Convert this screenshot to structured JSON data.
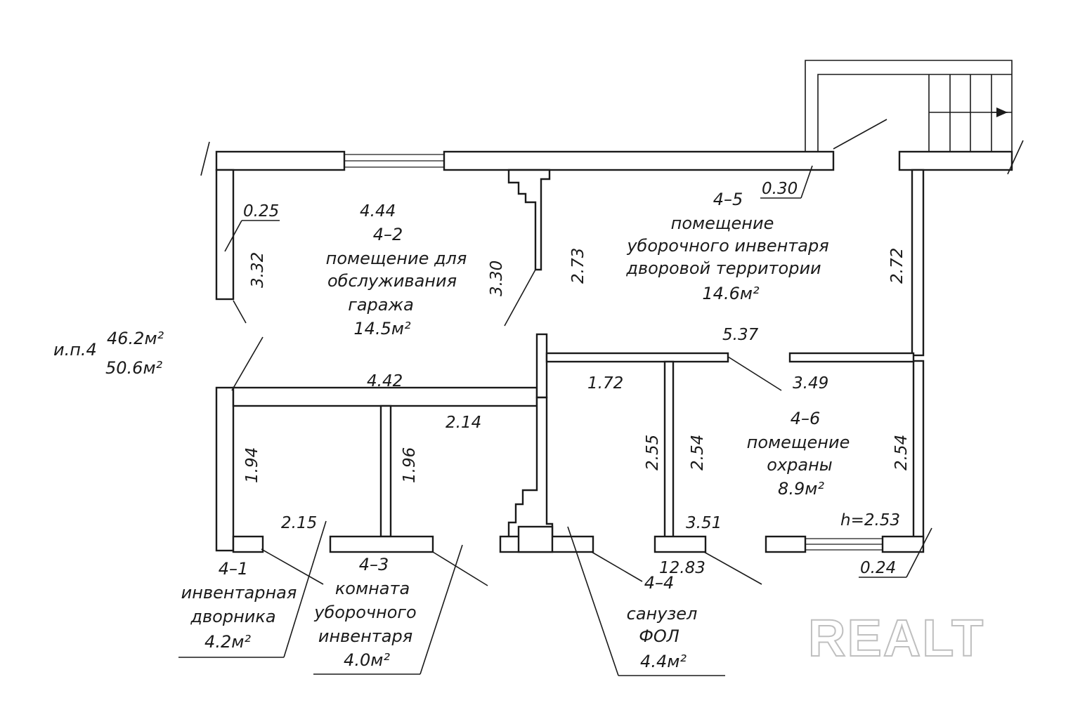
{
  "plan": {
    "area_label": "и.п.4",
    "area_total_1": "46.2м²",
    "area_total_2": "50.6м²",
    "height_label": "h=2.53",
    "total_length": "12.83",
    "watermark": "REALT"
  },
  "rooms": {
    "r41": {
      "number": "4–1",
      "name_1": "инвентарная",
      "name_2": "дворника",
      "area": "4.2м²"
    },
    "r42": {
      "number": "4–2",
      "name_1": "помещение для",
      "name_2": "обслуживания",
      "name_3": "гаража",
      "area": "14.5м²"
    },
    "r43": {
      "number": "4–3",
      "name_1": "комната",
      "name_2": "уборочного",
      "name_3": "инвентаря",
      "area": "4.0м²"
    },
    "r44": {
      "number": "4–4",
      "name_1": "санузел",
      "name_2": "ФОЛ",
      "area": "4.4м²"
    },
    "r45": {
      "number": "4–5",
      "name_1": "помещение",
      "name_2": "уборочного инвентаря",
      "name_3": "дворовой территории",
      "area": "14.6м²"
    },
    "r46": {
      "number": "4–6",
      "name_1": "помещение",
      "name_2": "охраны",
      "area": "8.9м²"
    }
  },
  "dims": {
    "d_025": "0.25",
    "d_030": "0.30",
    "d_024": "0.24",
    "d_444": "4.44",
    "d_332": "3.32",
    "d_330": "3.30",
    "d_273": "2.73",
    "d_272": "2.72",
    "d_537": "5.37",
    "d_442": "4.42",
    "d_172": "1.72",
    "d_349": "3.49",
    "d_214": "2.14",
    "d_194": "1.94",
    "d_196": "1.96",
    "d_255": "2.55",
    "d_254a": "2.54",
    "d_254b": "2.54",
    "d_215": "2.15",
    "d_351": "3.51"
  }
}
